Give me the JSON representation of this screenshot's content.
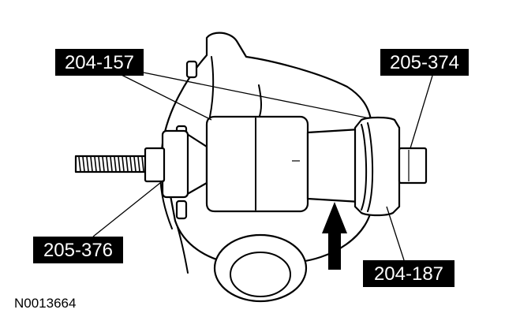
{
  "callouts": {
    "tool_204_157": "204-157",
    "tool_205_374": "205-374",
    "tool_205_376": "205-376",
    "tool_204_187": "204-187"
  },
  "figure_id": "N0013664"
}
